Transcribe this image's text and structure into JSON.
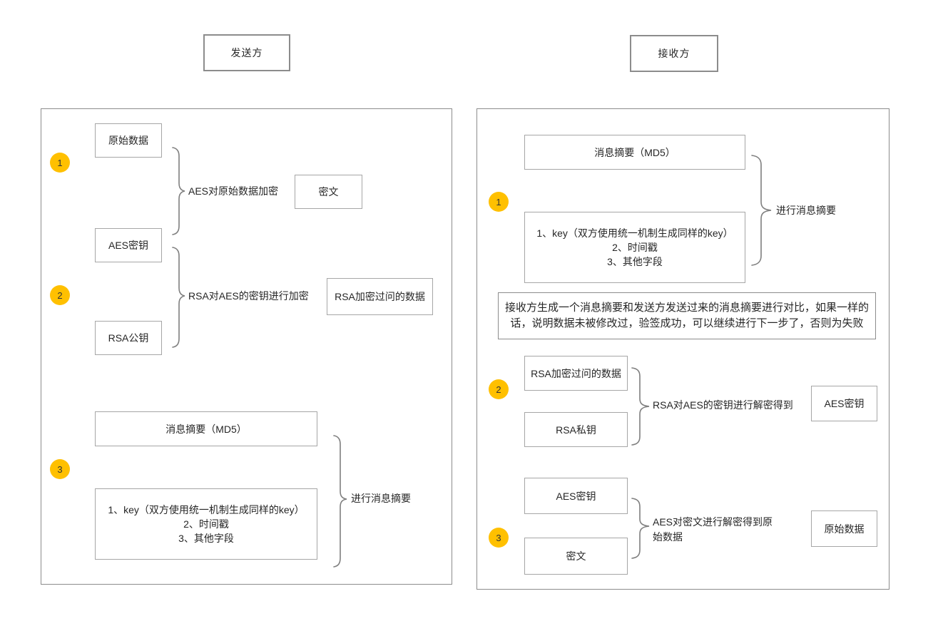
{
  "sender": {
    "title": "发送方",
    "badges": [
      "1",
      "2",
      "3"
    ],
    "boxes": {
      "original_data": "原始数据",
      "aes_key": "AES密钥",
      "cipher": "密文",
      "rsa_public_key": "RSA公钥",
      "rsa_encrypted_data": "RSA加密过问的数据",
      "digest": "消息摘要（MD5）",
      "digest_items": [
        "1、key（双方使用统一机制生成同样的key）",
        "2、时间戳",
        "3、其他字段"
      ]
    },
    "actions": {
      "step1": "AES对原始数据加密",
      "step2": "RSA对AES的密钥进行加密",
      "step3": "进行消息摘要"
    }
  },
  "receiver": {
    "title": "接收方",
    "badges": [
      "1",
      "2",
      "3"
    ],
    "boxes": {
      "digest": "消息摘要（MD5）",
      "digest_items": [
        "1、key（双方使用统一机制生成同样的key）",
        "2、时间戳",
        "3、其他字段"
      ],
      "rsa_encrypted_data": "RSA加密过问的数据",
      "rsa_private_key": "RSA私钥",
      "aes_key_result": "AES密钥",
      "aes_key": "AES密钥",
      "cipher": "密文",
      "original_data_result": "原始数据"
    },
    "actions": {
      "step1": "进行消息摘要",
      "step2": "RSA对AES的密钥进行解密得到",
      "step3": "AES对密文进行解密得到原始数据"
    },
    "note": "接收方生成一个消息摘要和发送方发送过来的消息摘要进行对比，如果一样的话，说明数据未被修改过，验签成功，可以继续进行下一步了，否则为失败"
  },
  "colors": {
    "badge": "#FFC000",
    "box_border": "#A6A6A6",
    "panel_border": "#8C8C8C"
  }
}
